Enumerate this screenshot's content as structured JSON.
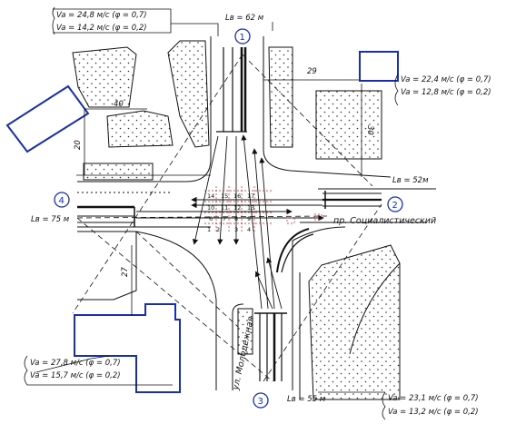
{
  "annotations": {
    "approach_1": {
      "line1": "Va = 24,8 м/с (φ = 0,7)",
      "line2": "Va = 14,2 м/с (φ = 0,2)"
    },
    "approach_2": {
      "line1": "Va = 22,4 м/с (φ = 0,7)",
      "line2": "Va = 12,8 м/с (φ = 0,2)"
    },
    "approach_3": {
      "line1": "Va = 23,1 м/с (φ = 0,7)",
      "line2": "Va = 13,2 м/с (φ = 0,2)"
    },
    "approach_4": {
      "line1": "Va = 27,8 м/с (φ = 0,7)",
      "line2": "Va = 15,7 м/с (φ = 0,2)"
    }
  },
  "stop_lengths": {
    "north": "Lв = 62 м",
    "east": "Lв = 52м",
    "west": "Lв = 75 м",
    "south": "Lв = 55 м"
  },
  "nodes": [
    "1",
    "2",
    "3",
    "4"
  ],
  "dimensions": {
    "d29": "29",
    "d40": "40",
    "d20": "20",
    "d30": "30",
    "d27": "27"
  },
  "streets": {
    "avenue": "пр. Социалистический",
    "street": "ул. Молодежная"
  },
  "conflict_points": [
    "1",
    "2",
    "3",
    "4",
    "6",
    "7",
    "8",
    "9",
    "10",
    "11",
    "12",
    "13",
    "14",
    "15",
    "16",
    "17"
  ],
  "colors": {
    "line": "#111111",
    "highlight": "#1a2fb0",
    "conflict": "#d02020"
  }
}
